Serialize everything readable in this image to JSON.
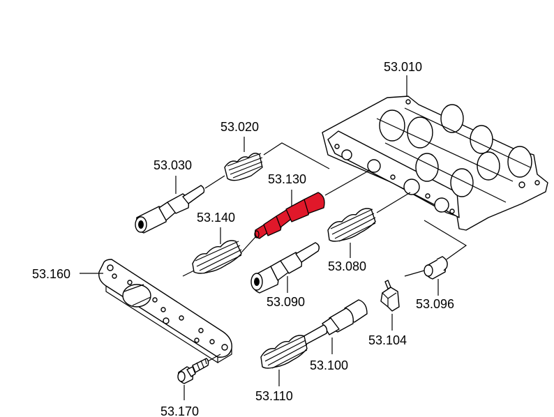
{
  "parts": [
    {
      "id": "53.010",
      "highlighted": false
    },
    {
      "id": "53.020",
      "highlighted": false
    },
    {
      "id": "53.030",
      "highlighted": false
    },
    {
      "id": "53.130",
      "highlighted": true
    },
    {
      "id": "53.140",
      "highlighted": false
    },
    {
      "id": "53.080",
      "highlighted": false
    },
    {
      "id": "53.160",
      "highlighted": false
    },
    {
      "id": "53.090",
      "highlighted": false
    },
    {
      "id": "53.096",
      "highlighted": false
    },
    {
      "id": "53.104",
      "highlighted": false
    },
    {
      "id": "53.100",
      "highlighted": false
    },
    {
      "id": "53.110",
      "highlighted": false
    },
    {
      "id": "53.170",
      "highlighted": false
    }
  ],
  "colors": {
    "highlight": "#e0182a",
    "line": "#000000",
    "background": "#ffffff"
  }
}
